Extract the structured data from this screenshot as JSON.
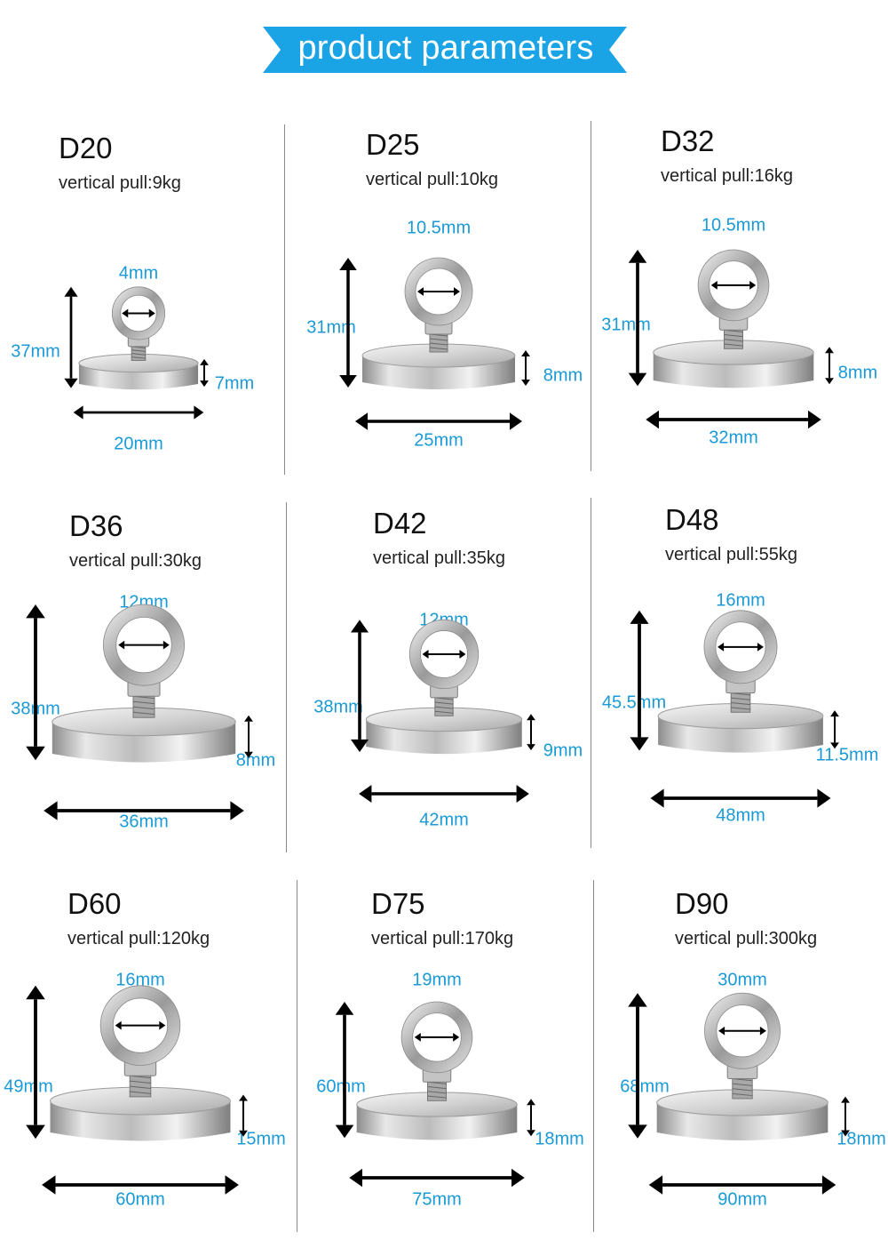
{
  "banner": {
    "title": "product parameters",
    "color": "#1aa4e6"
  },
  "colors": {
    "dimension_text": "#1a9ad6",
    "arrow": "#000000"
  },
  "products": [
    {
      "model": "D20",
      "pull": "vertical pull:9kg",
      "ring": "4mm",
      "height": "37mm",
      "thickness": "7mm",
      "diameter": "20mm"
    },
    {
      "model": "D25",
      "pull": "vertical pull:10kg",
      "ring": "10.5mm",
      "height": "31mm",
      "thickness": "8mm",
      "diameter": "25mm"
    },
    {
      "model": "D32",
      "pull": "vertical pull:16kg",
      "ring": "10.5mm",
      "height": "31mm",
      "thickness": "8mm",
      "diameter": "32mm"
    },
    {
      "model": "D36",
      "pull": "vertical pull:30kg",
      "ring": "12mm",
      "height": "38mm",
      "thickness": "8mm",
      "diameter": "36mm"
    },
    {
      "model": "D42",
      "pull": "vertical pull:35kg",
      "ring": "12mm",
      "height": "38mm",
      "thickness": "9mm",
      "diameter": "42mm"
    },
    {
      "model": "D48",
      "pull": "vertical pull:55kg",
      "ring": "16mm",
      "height": "45.5mm",
      "thickness": "11.5mm",
      "diameter": "48mm"
    },
    {
      "model": "D60",
      "pull": "vertical pull:120kg",
      "ring": "16mm",
      "height": "49mm",
      "thickness": "15mm",
      "diameter": "60mm"
    },
    {
      "model": "D75",
      "pull": "vertical pull:170kg",
      "ring": "19mm",
      "height": "60mm",
      "thickness": "18mm",
      "diameter": "75mm"
    },
    {
      "model": "D90",
      "pull": "vertical pull:300kg",
      "ring": "30mm",
      "height": "68mm",
      "thickness": "18mm",
      "diameter": "90mm"
    }
  ]
}
